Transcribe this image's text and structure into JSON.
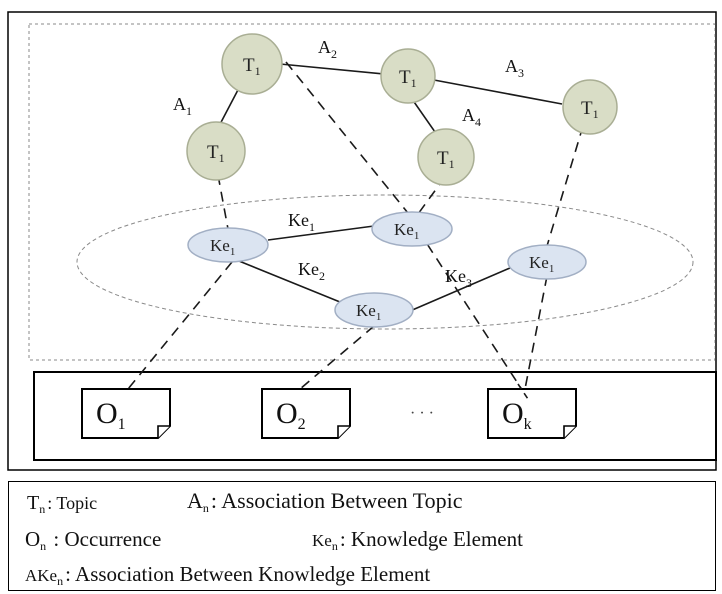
{
  "topic_nodes": [
    {
      "id": "t_top",
      "label": "T",
      "sub": "1"
    },
    {
      "id": "t_mid",
      "label": "T",
      "sub": "1"
    },
    {
      "id": "t_left",
      "label": "T",
      "sub": "1"
    },
    {
      "id": "t_mid_low",
      "label": "T",
      "sub": "1"
    },
    {
      "id": "t_right",
      "label": "T",
      "sub": "1"
    }
  ],
  "topic_associations": [
    {
      "label": "A",
      "sub": "1"
    },
    {
      "label": "A",
      "sub": "2"
    },
    {
      "label": "A",
      "sub": "3"
    },
    {
      "label": "A",
      "sub": "4"
    }
  ],
  "knowledge_nodes": [
    {
      "id": "ke_left",
      "label": "Ke",
      "sub": "1"
    },
    {
      "id": "ke_mid",
      "label": "Ke",
      "sub": "1"
    },
    {
      "id": "ke_right",
      "label": "Ke",
      "sub": "1"
    },
    {
      "id": "ke_bottom",
      "label": "Ke",
      "sub": "1"
    }
  ],
  "knowledge_associations": [
    {
      "label": "Ke",
      "sub": "1"
    },
    {
      "label": "Ke",
      "sub": "2"
    },
    {
      "label": "Ke",
      "sub": "3"
    }
  ],
  "occurrences": [
    {
      "label": "O",
      "sub": "1"
    },
    {
      "label": "O",
      "sub": "2"
    },
    {
      "label": "O",
      "sub": "k"
    }
  ],
  "ellipsis": "· · ·",
  "legend": {
    "tn": {
      "sym": "T",
      "sub": "n",
      "text": ": Topic"
    },
    "an": {
      "sym": "A",
      "sub": "n",
      "text": ": Association  Between Topic"
    },
    "on": {
      "sym": "O",
      "sub": "n",
      "text": " :  Occurrence"
    },
    "ken": {
      "sym": "Ke",
      "sub": "n",
      "text": ": Knowledge  Element"
    },
    "aken": {
      "sym": "AKe",
      "sub": "n",
      "text": ": Association    Between Knowledge    Element"
    }
  },
  "colors": {
    "topic_fill": "#d9ddc6",
    "topic_stroke": "#a9ae94",
    "knowledge_fill": "#dbe4f1",
    "knowledge_stroke": "#a2afc4",
    "line": "#1a1a1a",
    "dashed_region": "#8a8a8a"
  }
}
